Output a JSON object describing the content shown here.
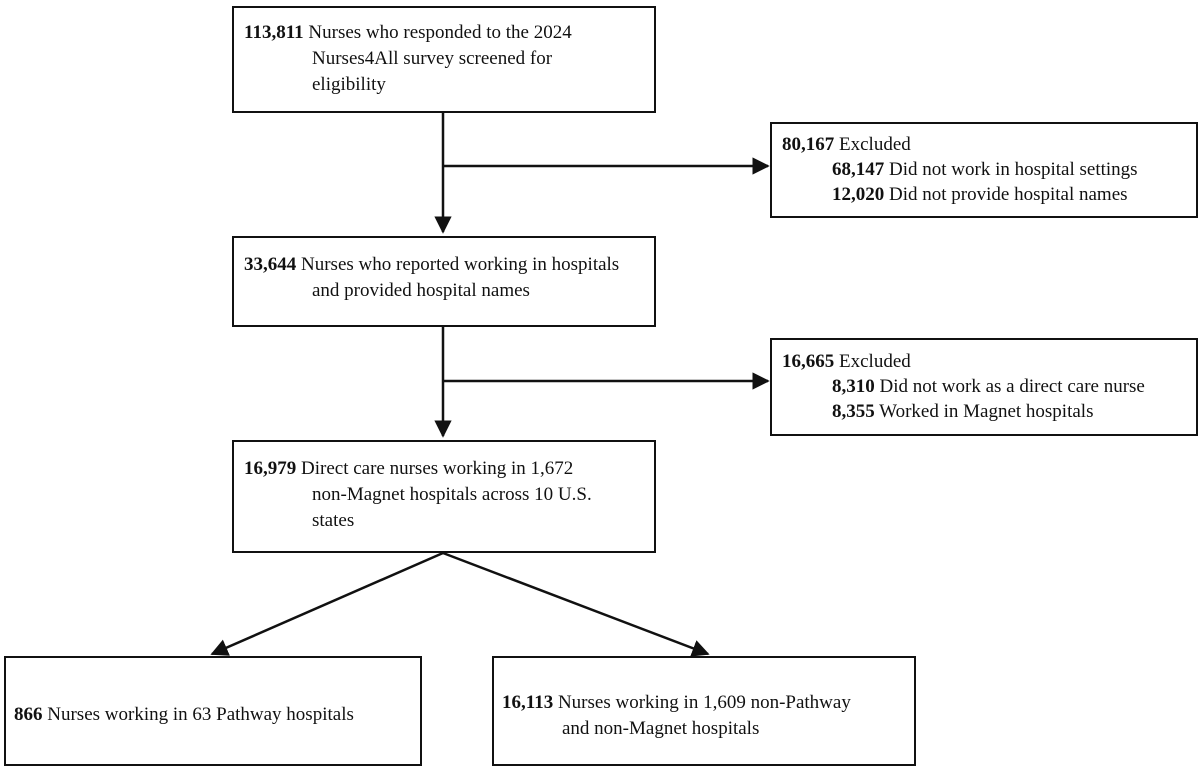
{
  "boxes": {
    "screened": {
      "count": "113,811",
      "line1": "Nurses who responded to the 2024",
      "line2": "Nurses4All survey screened for",
      "line3": "eligibility"
    },
    "excluded1": {
      "count": "80,167",
      "label": "Excluded",
      "items": [
        {
          "count": "68,147",
          "label": "Did not work in hospital settings"
        },
        {
          "count": "12,020",
          "label": "Did not provide hospital names"
        }
      ]
    },
    "hospital": {
      "count": "33,644",
      "line1": "Nurses who reported working in hospitals",
      "line2": "and provided hospital names"
    },
    "excluded2": {
      "count": "16,665",
      "label": "Excluded",
      "items": [
        {
          "count": "8,310",
          "label": "Did not work as a direct care nurse"
        },
        {
          "count": "8,355",
          "label": "Worked in Magnet hospitals"
        }
      ]
    },
    "direct": {
      "count": "16,979",
      "line1": "Direct care nurses working in 1,672",
      "line2": "non-Magnet hospitals across 10 U.S.",
      "line3": "states"
    },
    "pathway": {
      "count": "866",
      "label": "Nurses working in 63 Pathway hospitals"
    },
    "nonpathway": {
      "count": "16,113",
      "line1": "Nurses working in 1,609 non-Pathway",
      "line2": "and non-Magnet hospitals"
    }
  }
}
